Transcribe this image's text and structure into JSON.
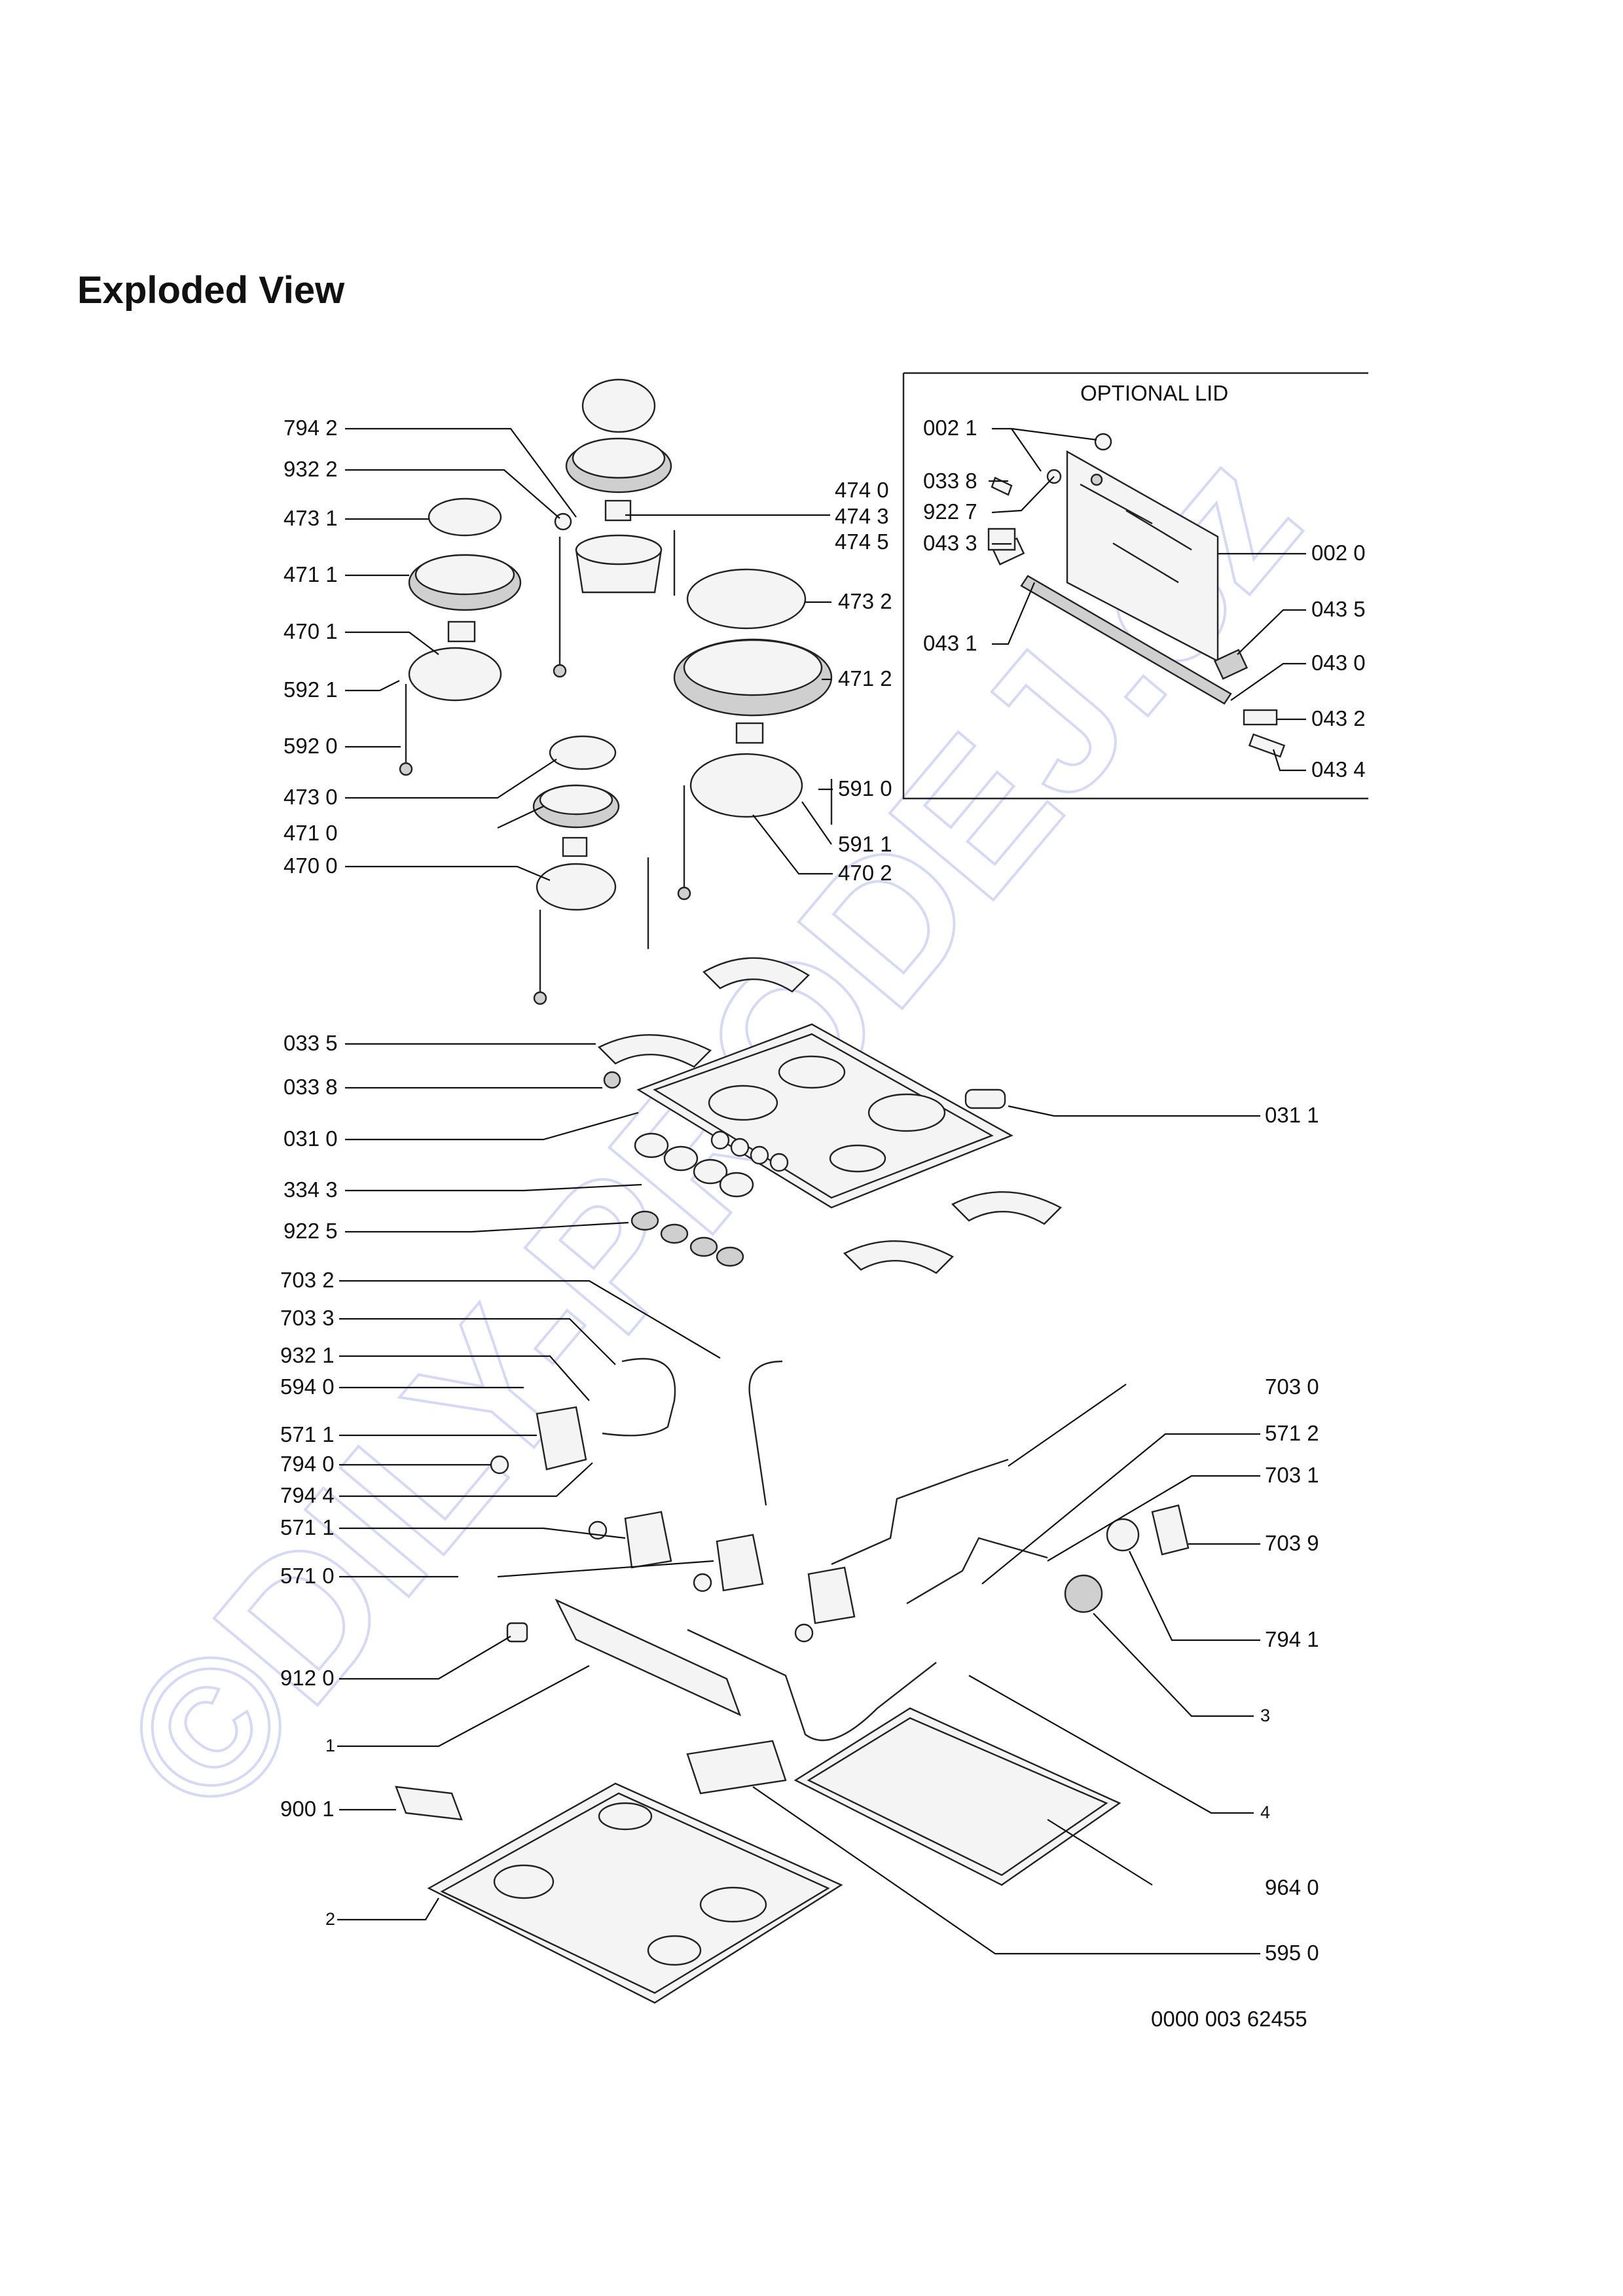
{
  "page": {
    "title": "Exploded View",
    "document_code": "0000 003 62455",
    "watermark": "©DILY-PRODEJ.cz"
  },
  "optional_lid": {
    "heading": "OPTIONAL LID",
    "labels": [
      "002 1",
      "033 8",
      "922 7",
      "043 3",
      "043 1",
      "002 0",
      "043 5",
      "043 0",
      "043 2",
      "043 4"
    ]
  },
  "left_labels": [
    "794 2",
    "932 2",
    "473 1",
    "471 1",
    "470 1",
    "592 1",
    "592 0",
    "473 0",
    "471 0",
    "470 0",
    "033 5",
    "033 8",
    "031 0",
    "334 3",
    "922 5",
    "703 2",
    "703 3",
    "932 1",
    "594 0",
    "571 1",
    "794 0",
    "794 4",
    "571 1",
    "571 0",
    "912 0",
    "1",
    "900 1",
    "2"
  ],
  "right_labels": [
    "474 0",
    "474 3",
    "474 5",
    "473 2",
    "471 2",
    "591 0",
    "591 1",
    "470 2",
    "031 1",
    "703 0",
    "571 2",
    "703 1",
    "703 9",
    "794 1",
    "3",
    "4",
    "964 0",
    "595 0"
  ]
}
